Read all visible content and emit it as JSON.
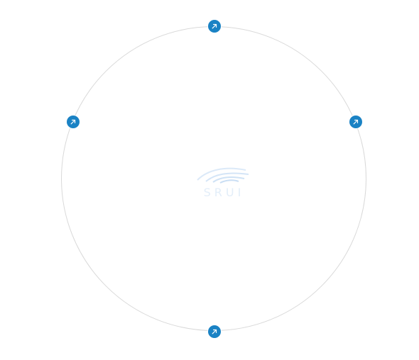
{
  "center_logo": {
    "icon": "sail-swirl-logo-icon",
    "wordmark": "SRUI",
    "color": "#e3eef9"
  },
  "ring": {
    "stroke_color": "#d9d9d9"
  },
  "nodes": [
    {
      "name": "top-node",
      "icon": "arrow-up-right-icon",
      "color": "#1a82c4"
    },
    {
      "name": "right-node",
      "icon": "arrow-up-right-icon",
      "color": "#1a82c4"
    },
    {
      "name": "bottom-node",
      "icon": "arrow-up-right-icon",
      "color": "#1a82c4"
    },
    {
      "name": "left-node",
      "icon": "arrow-up-right-icon",
      "color": "#1a82c4"
    }
  ]
}
